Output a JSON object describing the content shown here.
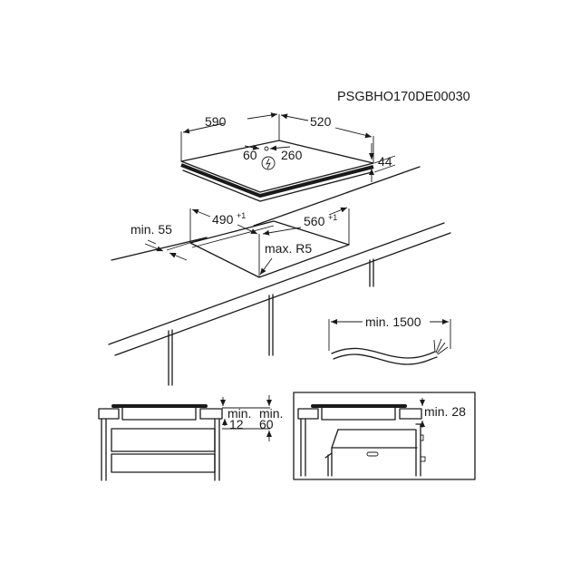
{
  "document_code": "PSGBHO170DE00030",
  "hob": {
    "width_label": "590",
    "depth_label": "520",
    "height_label": "44",
    "cable_offset_left": "60",
    "cable_offset_right": "260",
    "power_symbol": "power-connection-icon"
  },
  "cutout": {
    "width_label": "490",
    "width_tolerance": "+1",
    "depth_label": "560",
    "depth_tolerance": "+1",
    "edge_distance_label": "min. 55",
    "corner_radius_label": "max. R5"
  },
  "cable": {
    "length_label": "min. 1500"
  },
  "section_drawer": {
    "gap_label_top": "min.",
    "gap_value": "12",
    "clearance_label_top": "min.",
    "clearance_value": "60"
  },
  "section_oven": {
    "clearance_label": "min. 28"
  },
  "colors": {
    "line": "#1a1a1a",
    "background": "#ffffff"
  }
}
